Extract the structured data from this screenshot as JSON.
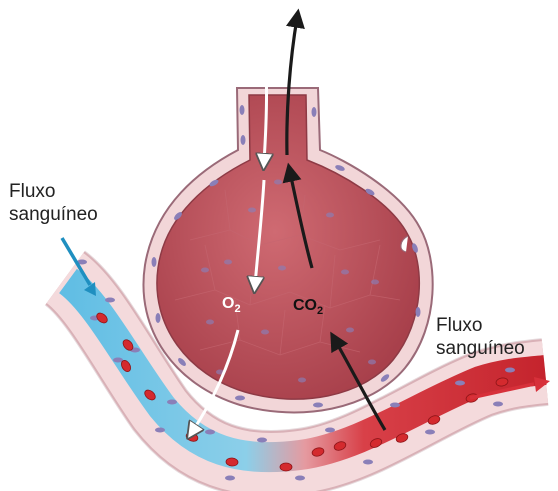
{
  "labels": {
    "flow_in_line1": "Fluxo",
    "flow_in_line2": "sanguíneo",
    "flow_out_line1": "Fluxo",
    "flow_out_line2": "sanguíneo"
  },
  "gases": {
    "o2_base": "O",
    "o2_sub": "2",
    "co2_base": "CO",
    "co2_sub": "2"
  },
  "colors": {
    "alveolus_fill": "#b84a55",
    "alveolus_wall": "#f2d6d8",
    "wall_outline": "#9a6a78",
    "deoxygenated_blood": "#6cc3e6",
    "oxygenated_blood": "#d8353a",
    "red_cell": "#d42a2e",
    "nucleus": "#8a7fb8",
    "arrow_dark": "#1a1a1a",
    "arrow_light": "#ffffff",
    "arrow_blue": "#1f8fc0",
    "arrow_red": "#d7303a"
  },
  "icons": {
    "o2_arrow": "white-arrow-icon",
    "co2_arrow": "black-arrow-icon",
    "inflow_arrow": "blue-arrow-icon",
    "outflow_arrow": "red-arrow-icon"
  }
}
